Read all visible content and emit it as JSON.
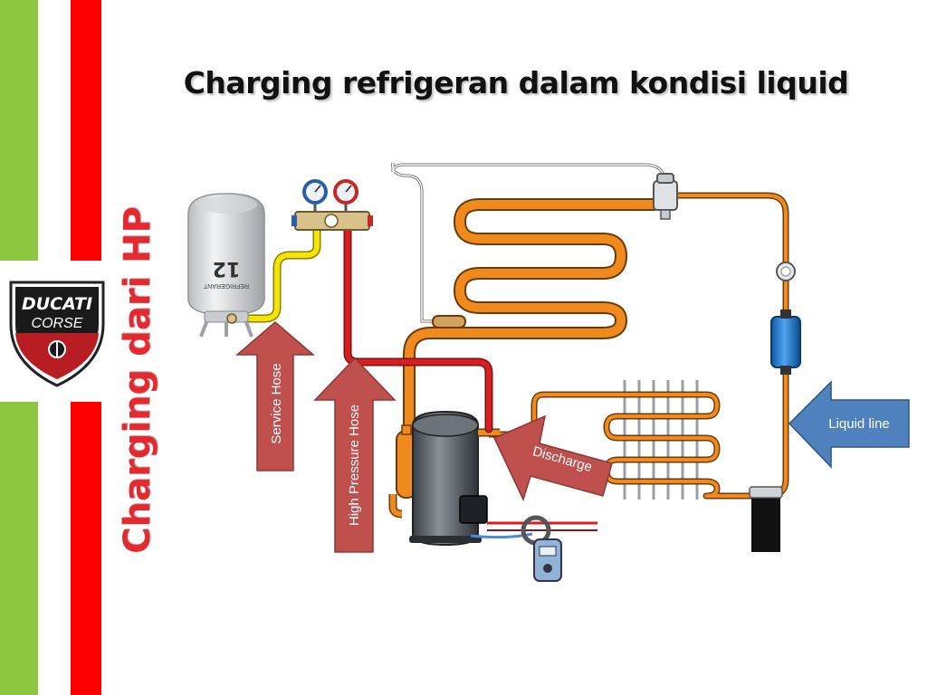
{
  "slide": {
    "title": "Charging refrigeran dalam kondisi liquid",
    "side_title": "Charging dari HP"
  },
  "logo": {
    "line1": "DUCATI",
    "line2": "CORSE"
  },
  "cylinder": {
    "label": "12",
    "brand": "REFRIGERANT"
  },
  "labels": {
    "service_hose": "Service Hose",
    "high_pressure_hose": "High Pressure Hose",
    "discharge": "Discharge",
    "liquid_line": "Liquid line"
  },
  "colors": {
    "stripe_green": "#8dc63f",
    "stripe_red": "#ff0000",
    "title_side": "#e7282e",
    "pipe_orange": "#f08a1c",
    "hose_yellow": "#f5e400",
    "hose_red": "#d81e1e",
    "arrow_red": "#c0504d",
    "arrow_blue": "#4f81bd"
  }
}
